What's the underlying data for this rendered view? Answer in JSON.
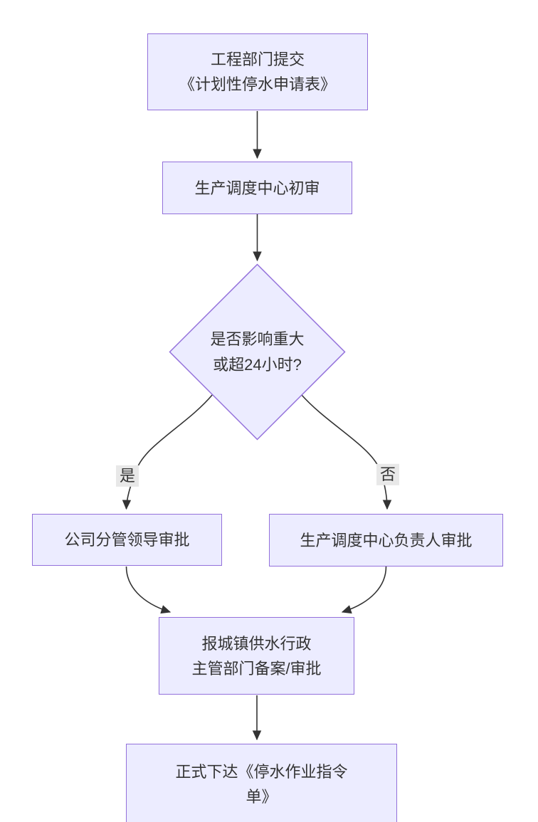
{
  "theme": {
    "canvas_bg": "#ffffff",
    "node_fill": "#ECECFF",
    "node_border": "#9370DB",
    "edge_color": "#333333",
    "text_color": "#333333",
    "label_bg": "#e8e8e8"
  },
  "flowchart": {
    "nodes": {
      "submit": {
        "label": "工程部门提交\n《计划性停水申请表》"
      },
      "review": {
        "label": "生产调度中心初审"
      },
      "decision": {
        "label": "是否影响重大\n或超24小时?"
      },
      "leader": {
        "label": "公司分管领导审批"
      },
      "manager": {
        "label": "生产调度中心负责人审批"
      },
      "report": {
        "label": "报城镇供水行政\n主管部门备案/审批"
      },
      "order": {
        "label": "正式下达《停水作业指令\n单》"
      }
    },
    "edge_labels": {
      "yes": "是",
      "no": "否"
    }
  }
}
